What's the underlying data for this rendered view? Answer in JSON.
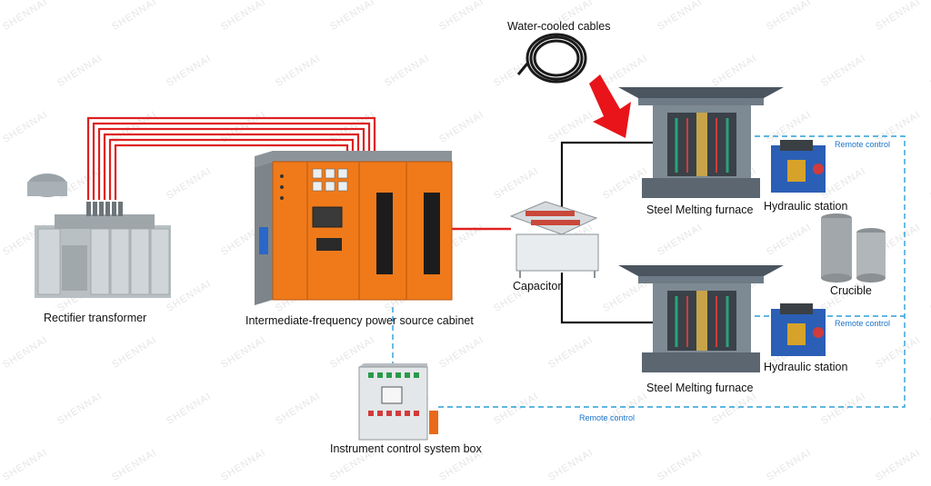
{
  "watermark": "SHENNAI",
  "labels": {
    "rectifier_transformer": "Rectifier transformer",
    "power_cabinet": "Intermediate-frequency power source cabinet",
    "water_cooled_cables": "Water-cooled cables",
    "capacitor": "Capacitor",
    "furnace_top": "Steel Melting furnace",
    "furnace_bottom": "Steel Melting furnace",
    "hydraulic_top": "Hydraulic station",
    "hydraulic_bottom": "Hydraulic station",
    "crucible": "Crucible",
    "instrument_box": "Instrument control system box",
    "remote_control_1": "Remote control",
    "remote_control_2": "Remote control",
    "remote_control_3": "Remote control"
  },
  "colors": {
    "power_lines": "#e02020",
    "control_lines": "#2a9fd6",
    "cabinet": "#f07a1a",
    "arrow": "#e8141a",
    "remote_text": "#1a73c8"
  }
}
